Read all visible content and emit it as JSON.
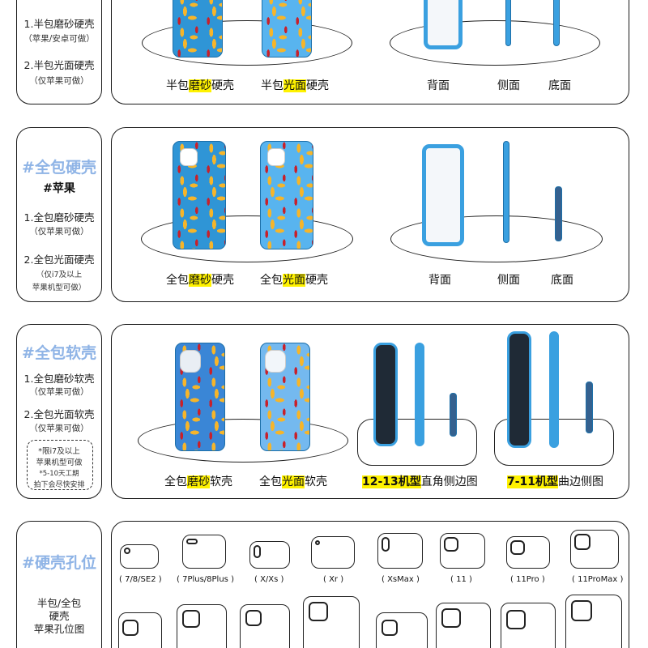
{
  "section1": {
    "items": [
      "1.半包磨砂硬壳",
      "（苹果/安卓可做）",
      "2.半包光面硬壳",
      "（仅苹果可做）"
    ],
    "captions": {
      "matte": {
        "pre": "半包",
        "hl": "磨砂",
        "post": "硬壳"
      },
      "gloss": {
        "pre": "半包",
        "hl": "光面",
        "post": "硬壳"
      },
      "back": "背面",
      "side": "侧面",
      "bottom": "底面"
    }
  },
  "section2": {
    "title": "#全包硬壳",
    "sub": "#苹果",
    "items": [
      "1.全包磨砂硬壳",
      "（仅苹果可做）",
      "2.全包光面硬壳",
      "（仅i7及以上",
      "苹果机型可做）"
    ],
    "captions": {
      "matte": {
        "pre": "全包",
        "hl": "磨砂",
        "post": "硬壳"
      },
      "gloss": {
        "pre": "全包",
        "hl": "光面",
        "post": "硬壳"
      },
      "back": "背面",
      "side": "侧面",
      "bottom": "底面"
    }
  },
  "section3": {
    "title": "#全包软壳",
    "items": [
      "1.全包磨砂软壳",
      "（仅苹果可做）",
      "2.全包光面软壳",
      "（仅苹果可做）"
    ],
    "note": [
      "*限i7及以上",
      "苹果机型可做",
      "*5-10天工期",
      "拍下会尽快安排"
    ],
    "captions": {
      "matte": {
        "pre": "全包",
        "hl": "磨砂",
        "post": "软壳"
      },
      "gloss": {
        "pre": "全包",
        "hl": "光面",
        "post": "软壳"
      },
      "right_angle": {
        "hl": "12-13机型",
        "post": "直角侧边图"
      },
      "curved": {
        "hl": "7-11机型",
        "post": "曲边侧图"
      }
    }
  },
  "section4": {
    "title": "#硬壳孔位",
    "desc": [
      "半包/全包",
      "硬壳",
      "苹果孔位图"
    ],
    "models": [
      "( 7/8/SE2 )",
      "( 7Plus/8Plus )",
      "( X/Xs )",
      "( Xr )",
      "( XsMax )",
      "( 11 )",
      "( 11Pro )",
      "( 11ProMax )"
    ]
  },
  "colors": {
    "accent_title": "#8fb4e6",
    "highlight": "#fff200",
    "case_blue": "#2f95d6",
    "flame": "#f6b52a"
  }
}
